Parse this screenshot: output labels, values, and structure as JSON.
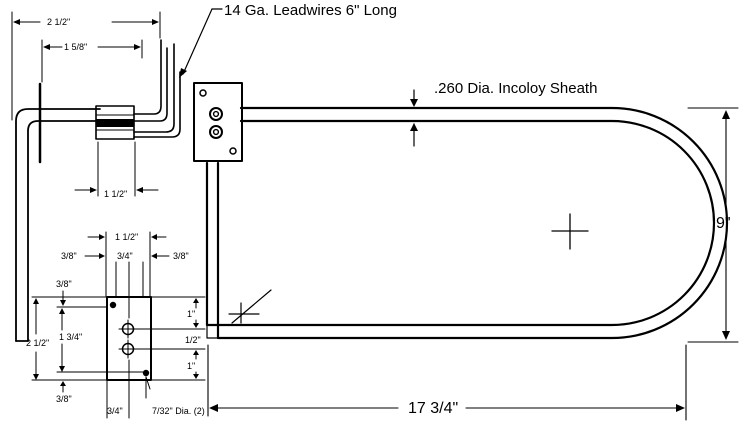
{
  "labels": {
    "leadwires": "14 Ga. Leadwires 6\" Long",
    "sheath": ".260 Dia. Incoloy Sheath",
    "height": "9\"",
    "length": "17 3/4\""
  },
  "side_view": {
    "overall_width": "2 1/2\"",
    "terminal_length": "1 5/8\"",
    "leg_offset": "1 1/2\""
  },
  "bracket_detail": {
    "top_width": "1 1/2\"",
    "left_edge": "3/8\"",
    "center": "3/4\"",
    "right_edge": "3/8\"",
    "top_margin": "3/8\"",
    "height": "2 1/2\"",
    "inner_height": "1 3/4\"",
    "bottom_margin": "3/8\"",
    "spacing_top": "1\"",
    "spacing_mid": "1/2\"",
    "spacing_bottom": "1\"",
    "bottom_width": "3/4\"",
    "hole_note": "7/32\" Dia. (2)"
  }
}
